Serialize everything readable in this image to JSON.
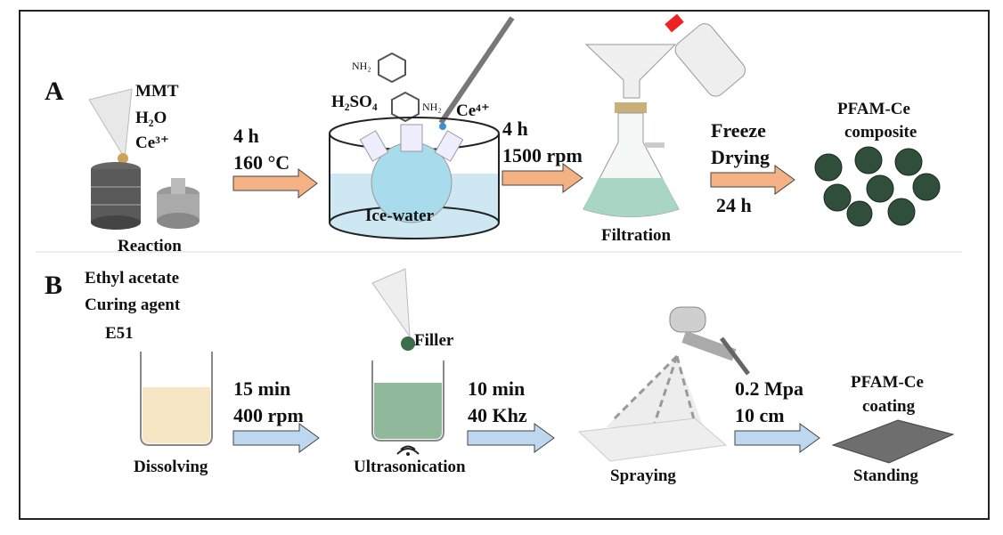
{
  "panel_a": {
    "letter": "A",
    "reagents": [
      "MMT",
      "H₂O",
      "Ce³⁺"
    ],
    "step1_label": "Reaction",
    "arrow1": [
      "4 h",
      "160 °C"
    ],
    "chem_labels": [
      "NH₂",
      "NH₂",
      "H₂SO₄",
      "Ce⁴⁺"
    ],
    "step2_label": "Ice-water",
    "arrow2": [
      "4 h",
      "1500 rpm"
    ],
    "step3_label": "Filtration",
    "arrow3_top": [
      "Freeze",
      "Drying"
    ],
    "arrow3_bottom": "24 h",
    "product": [
      "PFAM-Ce",
      "composite"
    ]
  },
  "panel_b": {
    "letter": "B",
    "reagents": [
      "Ethyl acetate",
      "Curing agent",
      "E51"
    ],
    "step1_label": "Dissolving",
    "arrow1": [
      "15 min",
      "400 rpm"
    ],
    "filler_label": "Filler",
    "step2_label": "Ultrasonication",
    "arrow2": [
      "10 min",
      "40 Khz"
    ],
    "step3_label": "Spraying",
    "arrow3": [
      "0.2 Mpa",
      "10 cm"
    ],
    "product": [
      "PFAM-Ce",
      "coating"
    ],
    "step4_label": "Standing"
  },
  "colors": {
    "arrow_a": "#f4b183",
    "arrow_b": "#bdd7ee",
    "water": "#bfe3ef",
    "filtrate": "#a9d5c3"
  }
}
